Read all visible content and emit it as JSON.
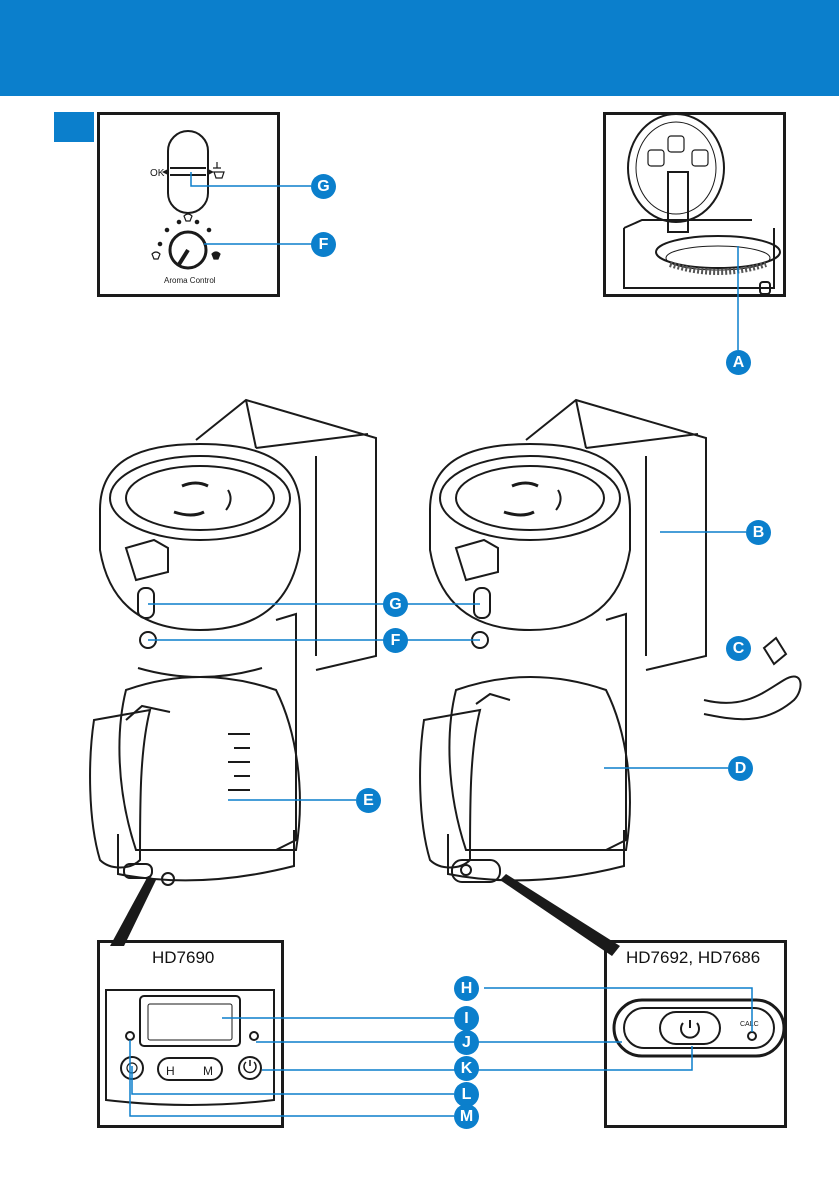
{
  "header": {
    "color": "#0b7fcc"
  },
  "aroma_panel": {
    "ok_label": "OK",
    "dial_label": "Aroma Control"
  },
  "hd7690_panel": {
    "model": "HD7690",
    "h_label": "H",
    "m_label": "M"
  },
  "hd7692_panel": {
    "model": "HD7692, HD7686",
    "calc_label": "CALC"
  },
  "callouts": {
    "A": "A",
    "B": "B",
    "C": "C",
    "D": "D",
    "E": "E",
    "F_top": "F",
    "G_top": "G",
    "F_mid": "F",
    "G_mid": "G",
    "H": "H",
    "I": "I",
    "J": "J",
    "K": "K",
    "L": "L",
    "M": "M"
  },
  "colors": {
    "accent": "#0b7fcc",
    "line": "#1a1a1a"
  }
}
